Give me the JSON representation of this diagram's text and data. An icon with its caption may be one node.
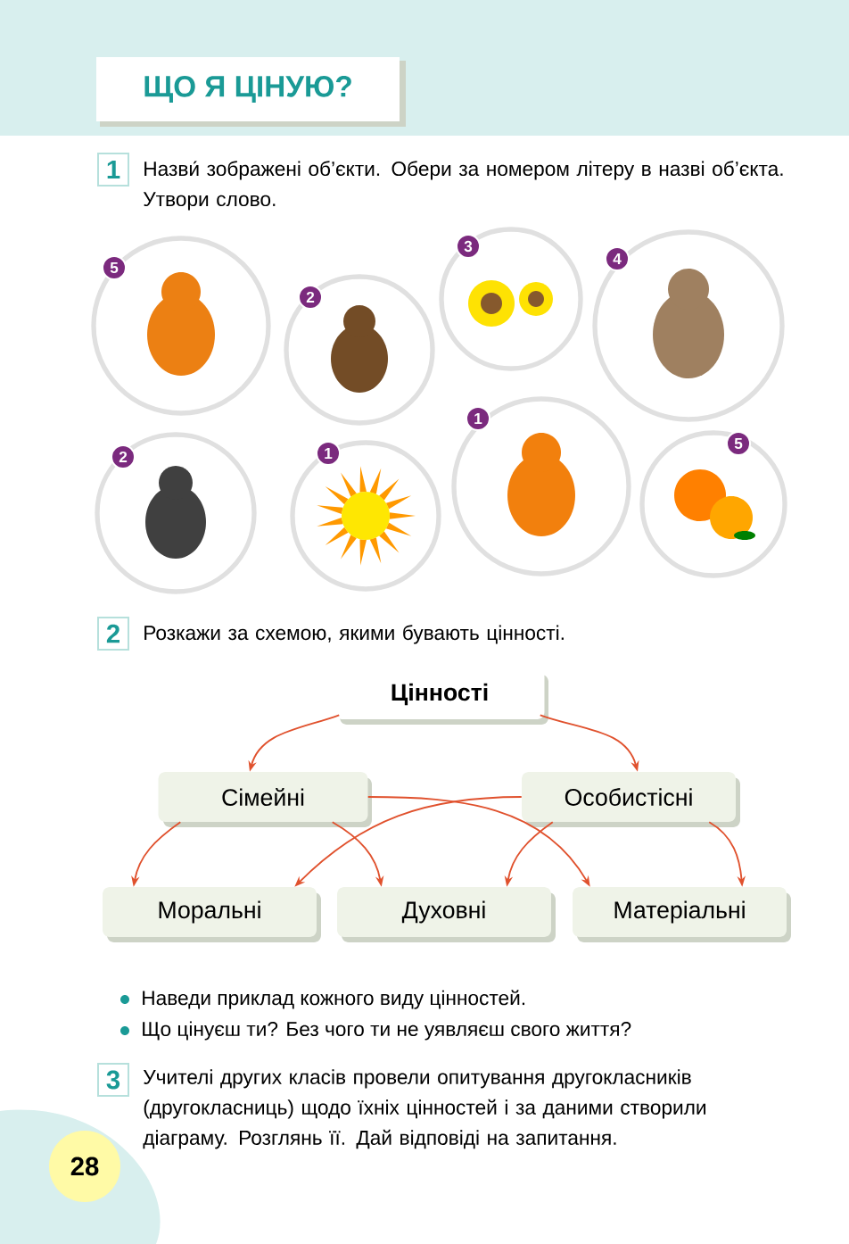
{
  "diagram": {
    "nodes": [
      {
        "text": [
          "ЩО Я ЦІНУЮ?"
        ]
      },
      {
        "text": [
          "1"
        ],
        "beside": [
          "Назви́ зображені об’єкти. Обери за номером літеру в назві об’єкта. Утвори слово."
        ]
      },
      {
        "text": [
          "5"
        ]
      },
      {
        "text": [
          "2"
        ]
      },
      {
        "text": [
          "3"
        ]
      },
      {
        "text": [
          "4"
        ]
      },
      {
        "text": [
          "2"
        ]
      },
      {
        "text": [
          "1"
        ]
      },
      {
        "text": [
          "1"
        ]
      },
      {
        "text": [
          "5"
        ]
      },
      {
        "text": [
          "2"
        ],
        "beside": [
          "Розкажи за схемою, якими бувають цінності."
        ]
      },
      {
        "text": [
          "Цінності"
        ]
      },
      {
        "text": [
          "Сімейні"
        ]
      },
      {
        "text": [
          "Особистісні"
        ]
      },
      {
        "text": [
          "Моральні"
        ]
      },
      {
        "text": [
          "Духовні"
        ]
      },
      {
        "text": [
          "Матеріальні"
        ]
      },
      {
        "text": [
          "3"
        ],
        "beside": [
          "Учителі других класів провели опитування другокласників (другокласниць) щодо їхніх цінностей і за даними створили діаграму. Розглянь її. Дай відповіді на запитання."
        ]
      },
      {
        "text": [
          "28"
        ]
      }
    ],
    "edges": [
      {
        "from": 11,
        "to": 12,
        "arrow": "to"
      },
      {
        "from": 11,
        "to": 13,
        "arrow": "to"
      },
      {
        "from": 12,
        "to": 14,
        "arrow": "to"
      },
      {
        "from": 12,
        "to": 15,
        "arrow": "to"
      },
      {
        "from": 12,
        "to": 16,
        "arrow": "to"
      },
      {
        "from": 13,
        "to": 14,
        "arrow": "to"
      },
      {
        "from": 13,
        "to": 15,
        "arrow": "to"
      },
      {
        "from": 13,
        "to": 16,
        "arrow": "to"
      }
    ],
    "labels": [
      "Наведи приклад кожного виду цінностей.",
      "Що цінуєш ти? Без чого ти не уявляєш свого життя?"
    ]
  }
}
